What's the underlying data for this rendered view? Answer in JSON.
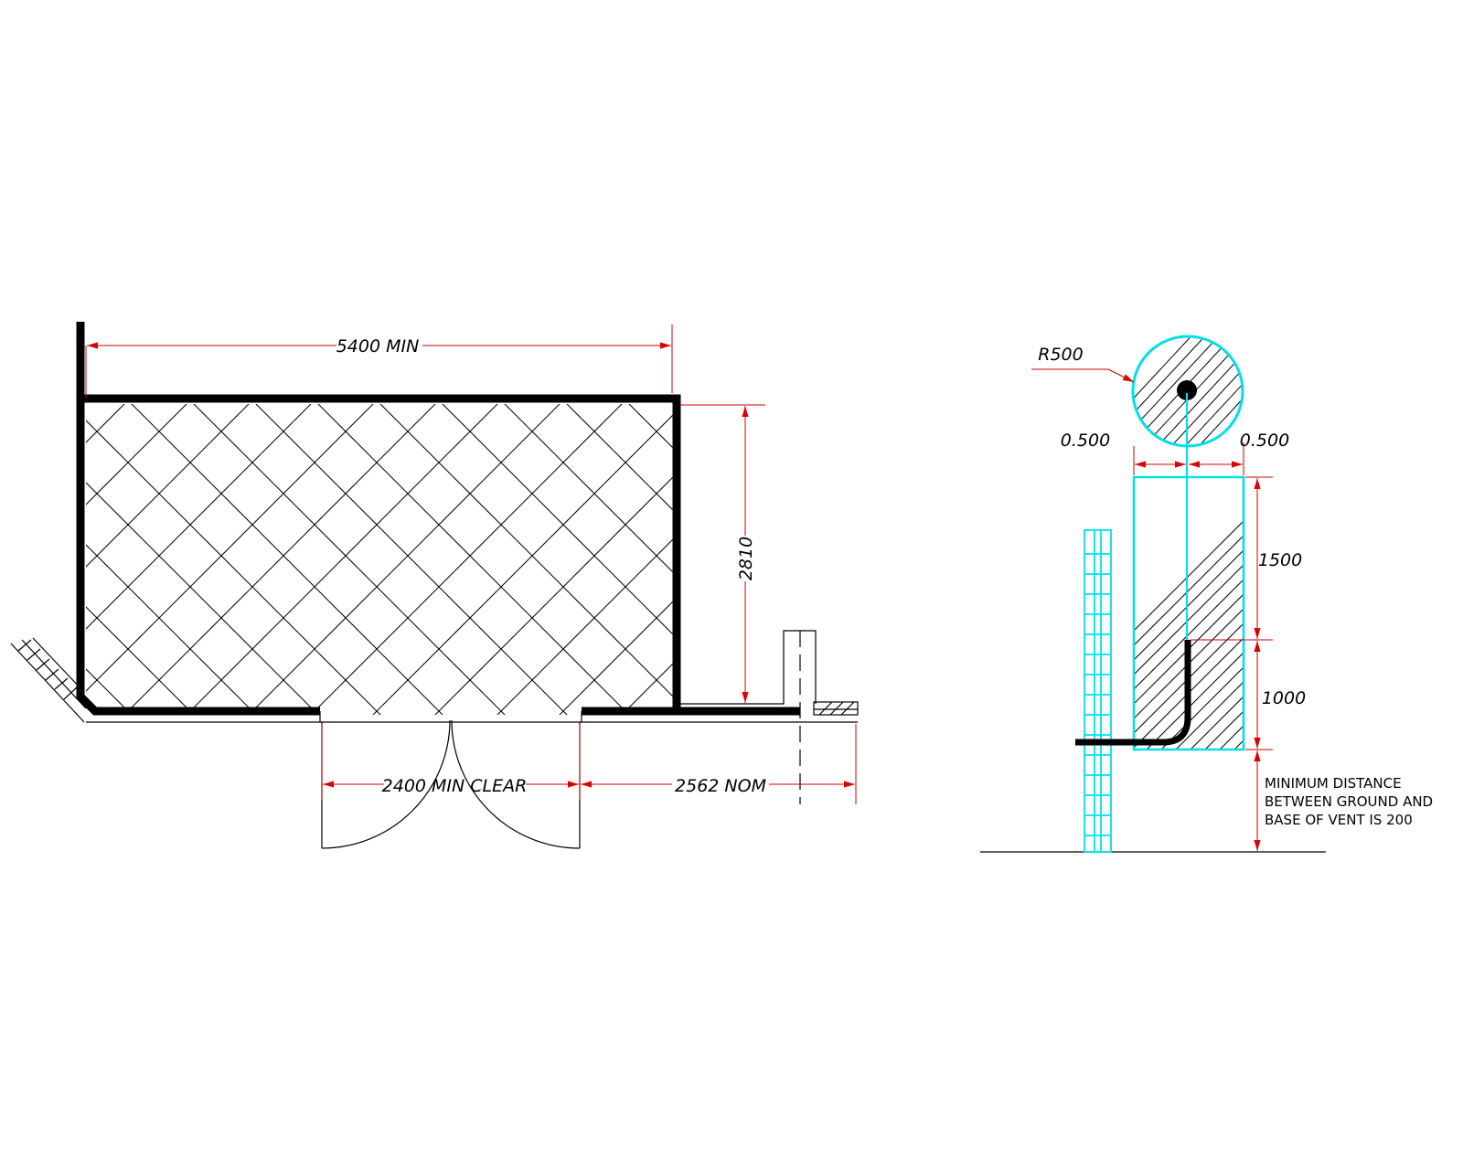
{
  "colors": {
    "background": "#ffffff",
    "line": "#000000",
    "dimension": "#cc0000",
    "cyan": "#00e0e8"
  },
  "plan": {
    "dim_width": "5400 MIN",
    "dim_depth": "2810",
    "dim_door": "2400 MIN CLEAR",
    "dim_side": "2562 NOM"
  },
  "detail": {
    "radius": "R500",
    "offset_left": "0.500",
    "offset_right": "0.500",
    "dim_upper": "1500",
    "dim_lower": "1000",
    "note_lines": [
      "MINIMUM DISTANCE",
      "BETWEEN GROUND AND",
      "BASE OF VENT IS 200"
    ]
  }
}
